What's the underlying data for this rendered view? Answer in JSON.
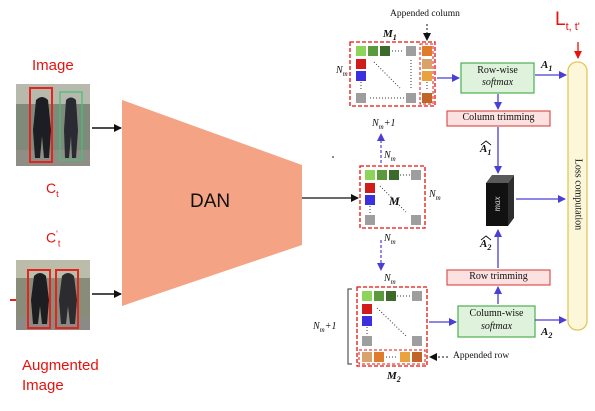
{
  "left": {
    "image_label": "Image",
    "ct_label": "C",
    "ct_sub": "t",
    "ctp_label": "C",
    "ctp_sub": "t",
    "ctp_prime": "'",
    "augmented_line1": "Augmented",
    "augmented_line2": "Image"
  },
  "dan_label": "DAN",
  "loss_label": "L",
  "loss_sub": "t, t'",
  "matrices": {
    "m1_label": "M",
    "m1_sub": "1",
    "m_label": "M",
    "m2_label": "M",
    "m2_sub": "2",
    "appended_column": "Appended column",
    "appended_row": "Appended row",
    "nm": "N",
    "nm_sub": "m",
    "nm_plus": "+1"
  },
  "boxes": {
    "row_wise_1": "Row-wise",
    "row_wise_2": "softmax",
    "column_trimming": "Column trimming",
    "row_trimming": "Row trimming",
    "col_wise_1": "Column-wise",
    "col_wise_2": "softmax",
    "max": "max",
    "loss_computation": "Loss computation"
  },
  "outputs": {
    "a1": "A",
    "a1_sub": "1",
    "a2": "A",
    "a2_sub": "2",
    "a1_hat": "A",
    "a1_hat_sub": "1",
    "a2_hat": "A",
    "a2_hat_sub": "2"
  },
  "colors": {
    "red_text": "#e8120c",
    "dan_fill": "#f4a484",
    "green_box_fill": "#dff2dc",
    "green_box_stroke": "#4caf50",
    "red_box_fill": "#fde0e0",
    "red_box_stroke": "#d9534f",
    "loss_fill": "#fdf7d9",
    "loss_stroke": "#e2c65c",
    "arrow_blue": "#4a3fd4"
  }
}
